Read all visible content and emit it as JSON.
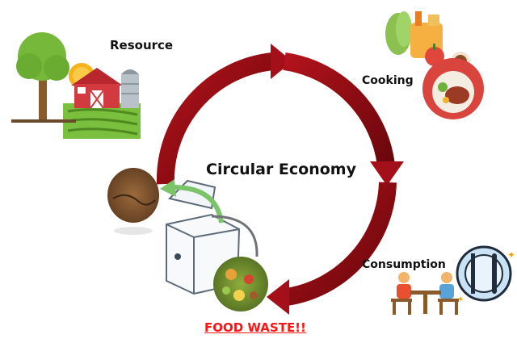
{
  "diagram": {
    "title": "Circular Economy",
    "stages": {
      "resource": "Resource",
      "cooking": "Cooking",
      "consumption": "Consumption",
      "waste": "FOOD WASTE!!"
    }
  },
  "colors": {
    "cycle_arrow": "#9a0d14",
    "cycle_arrow_highlight": "#c0202a",
    "waste_text": "#ff1414",
    "return_arrow": "#7cc46a"
  },
  "icons": [
    "tree-icon",
    "sun-icon",
    "barn-icon",
    "silo-icon",
    "field-icon",
    "vegetables-icon",
    "hot-drink-icon",
    "meal-plate-icon",
    "plate-cutlery-icon",
    "diners-icon",
    "compost-soil-icon",
    "composter-machine-icon",
    "food-scraps-icon"
  ]
}
